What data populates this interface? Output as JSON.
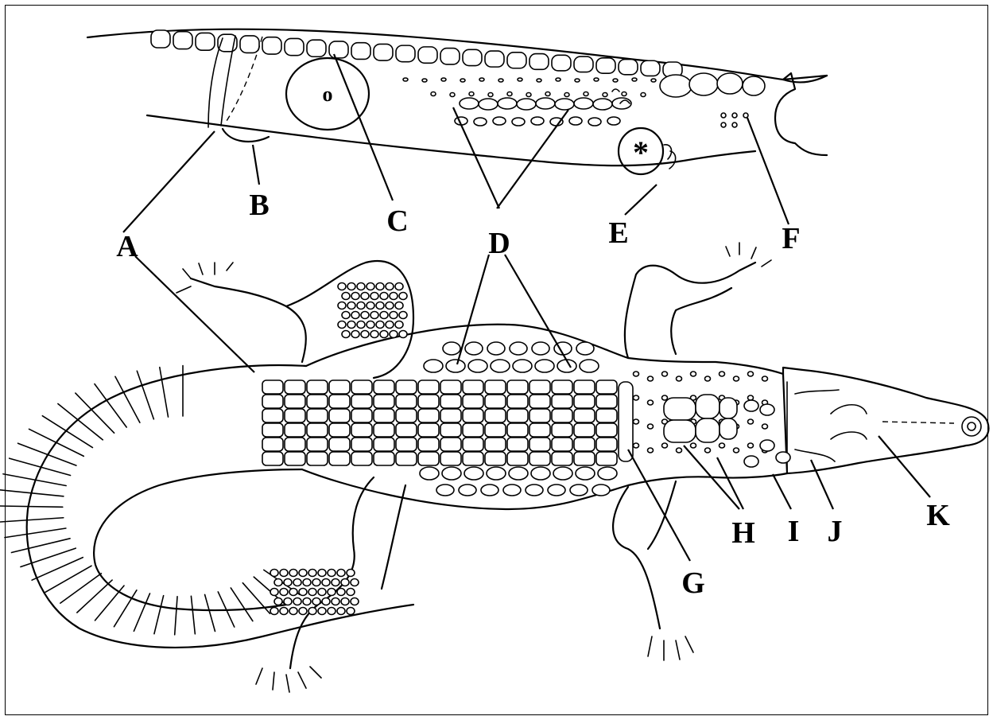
{
  "diagram": {
    "labels": {
      "A": "A",
      "B": "B",
      "C": "C",
      "D": "D",
      "E": "E",
      "F": "F",
      "G": "G",
      "H": "H",
      "I": "I",
      "J": "J",
      "K": "K"
    },
    "marks": {
      "circle": "o",
      "asterisk": "*"
    },
    "line_color": "#000000",
    "background": "#ffffff"
  }
}
